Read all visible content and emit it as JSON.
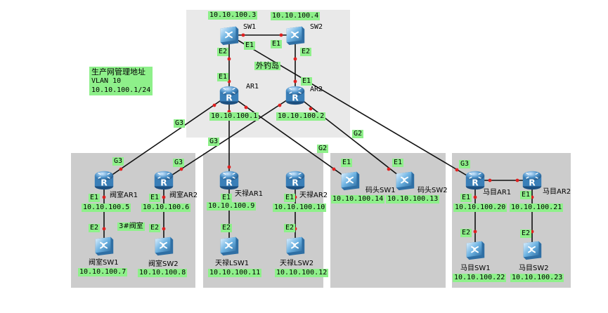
{
  "info_box": {
    "title": "生产网管理地址",
    "vlan": "VLAN 10",
    "subnet": "10.10.100.1/24"
  },
  "zones": {
    "core": "外钓岛",
    "famen": "3#阀室"
  },
  "devices": {
    "sw1": {
      "name": "SW1",
      "ip": "10.10.100.3"
    },
    "sw2": {
      "name": "SW2",
      "ip": "10.10.100.4"
    },
    "ar1": {
      "name": "AR1",
      "ip": "10.10.100.1"
    },
    "ar2": {
      "name": "AR2",
      "ip": "10.10.100.2"
    },
    "fm_ar1": {
      "name": "阀室AR1",
      "ip": "10.10.100.5"
    },
    "fm_ar2": {
      "name": "阀室AR2",
      "ip": "10.10.100.6"
    },
    "fm_sw1": {
      "name": "阀室SW1",
      "ip": "10.10.100.7"
    },
    "fm_sw2": {
      "name": "阀室SW2",
      "ip": "10.10.100.8"
    },
    "tl_ar1": {
      "name": "天禄AR1",
      "ip": "10.10.100.9"
    },
    "tl_ar2": {
      "name": "天禄AR2",
      "ip": "10.10.100.10"
    },
    "tl_sw1": {
      "name": "天禄LSW1",
      "ip": "10.10.100.11"
    },
    "tl_sw2": {
      "name": "天禄LSW2",
      "ip": "10.10.100.12"
    },
    "mt_sw1": {
      "name": "码头SW1",
      "ip": "10.10.100.14"
    },
    "mt_sw2": {
      "name": "码头SW2",
      "ip": "10.10.100.13"
    },
    "mm_ar1": {
      "name": "马目AR1",
      "ip": "10.10.100.20"
    },
    "mm_ar2": {
      "name": "马目AR2",
      "ip": "10.10.100.21"
    },
    "mm_sw1": {
      "name": "马目SW1",
      "ip": "10.10.100.22"
    },
    "mm_sw2": {
      "name": "马目SW2",
      "ip": "10.10.100.23"
    }
  },
  "ports": {
    "e1": "E1",
    "e2": "E2",
    "g2": "G2",
    "g3": "G3"
  },
  "colors": {
    "label_bg": "#8ef08a",
    "link": "#111111",
    "port_dot": "#e02020",
    "router_body": "#4a90c8",
    "switch_body": "#5aa6d8"
  }
}
